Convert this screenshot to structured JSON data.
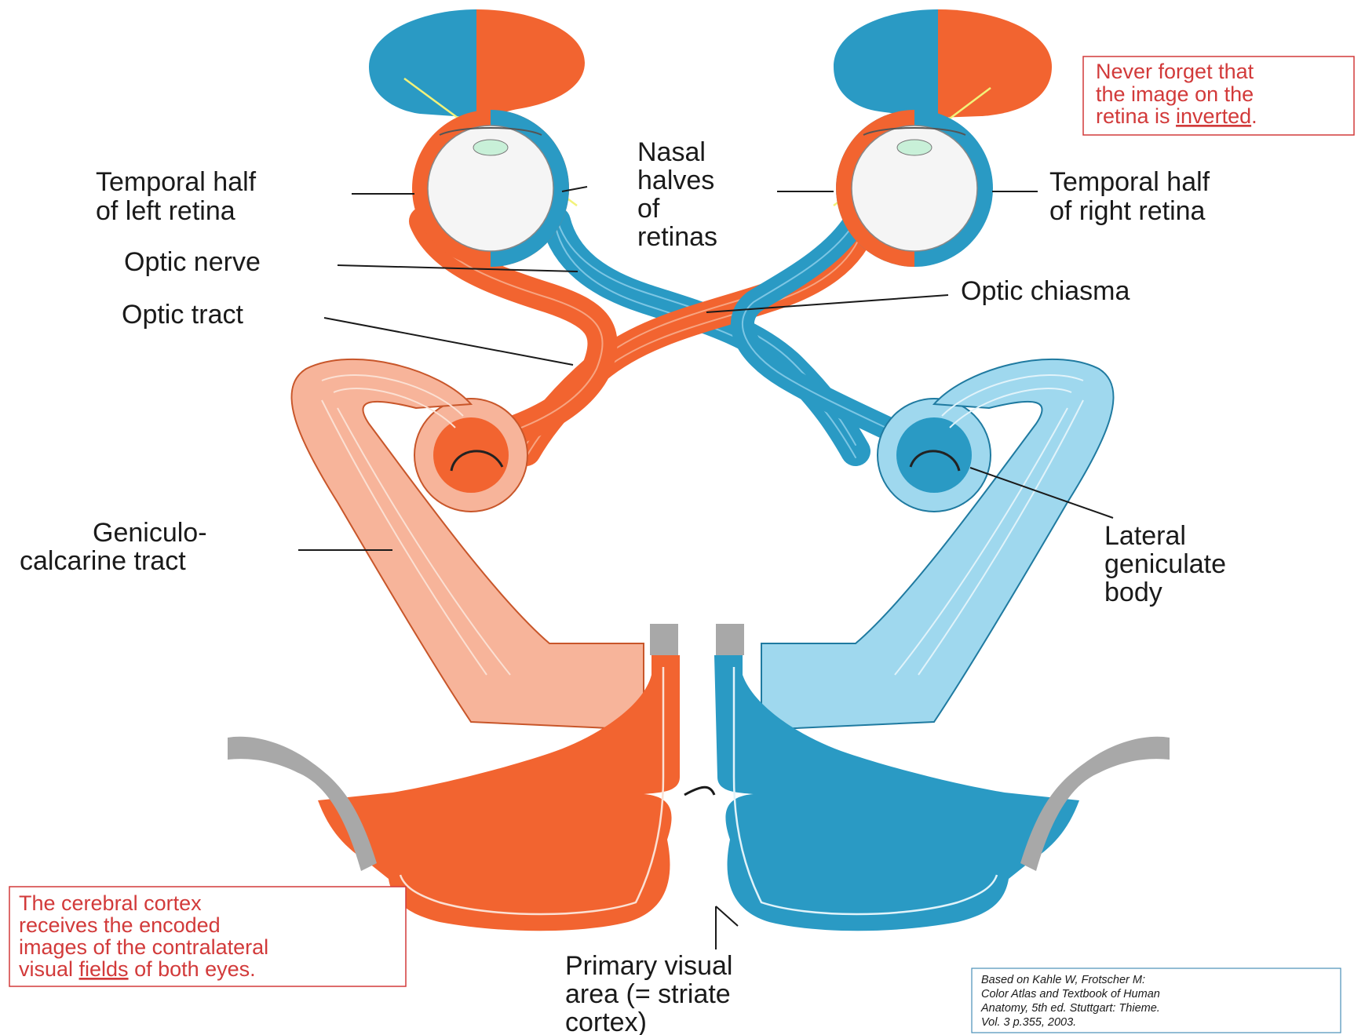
{
  "labels": {
    "temporal_left": [
      "Temporal half",
      "of left retina"
    ],
    "nasal": [
      "Nasal",
      "halves",
      "of",
      "retinas"
    ],
    "temporal_right": [
      "Temporal half",
      "of right retina"
    ],
    "optic_nerve": "Optic nerve",
    "optic_tract": "Optic tract",
    "optic_chiasma": "Optic chiasma",
    "geniculo": [
      "Geniculo-",
      "calcarine tract"
    ],
    "lateral_geniculate": [
      "Lateral",
      "geniculate",
      "body"
    ],
    "primary_visual": [
      "Primary visual",
      "area (= striate",
      "cortex)"
    ]
  },
  "notes": {
    "retina_note": {
      "line1": "Never forget that",
      "line2": "the image on the",
      "line3_pre": "retina is ",
      "line3_underlined": "inverted",
      "line3_post": "."
    },
    "cortex_note": {
      "line1": "The cerebral cortex",
      "line2": "receives the encoded",
      "line3": "images of the contralateral",
      "line4_pre": "visual ",
      "line4_underlined": "fields",
      "line4_post": " of both eyes."
    }
  },
  "citation": [
    "Based on Kahle W, Frotscher M:",
    "Color Atlas and Textbook of Human",
    "Anatomy, 5th ed. Stuttgart: Thieme.",
    "Vol. 3 p.355, 2003."
  ],
  "colors": {
    "left_field": "#f26430",
    "right_field": "#2a9ac4",
    "light_orange": "#f7b49a",
    "light_blue": "#9fd8ee",
    "note_red": "#d23a3a",
    "grey_cortex": "#a8a8a8"
  }
}
